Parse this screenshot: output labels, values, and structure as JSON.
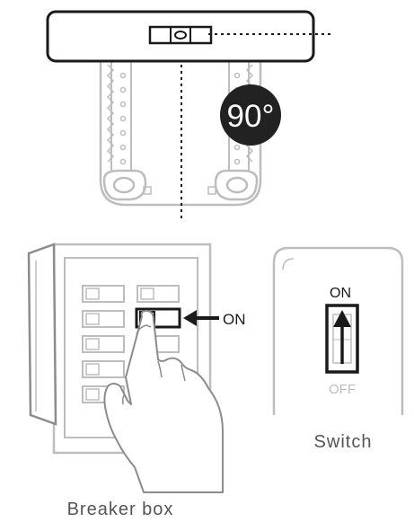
{
  "figure": {
    "rotation_badge": "90°",
    "breaker_on_label": "ON",
    "switch_on_label": "ON",
    "switch_off_label": "OFF",
    "switch_caption": "Switch",
    "breaker_caption": "Breaker box"
  },
  "colors": {
    "line": "#1a1a1a",
    "light_gray": "#bdbdbd",
    "mid_gray": "#8c8c8c",
    "badge_bg": "#222222",
    "badge_text": "#ffffff",
    "caption": "#555555"
  }
}
